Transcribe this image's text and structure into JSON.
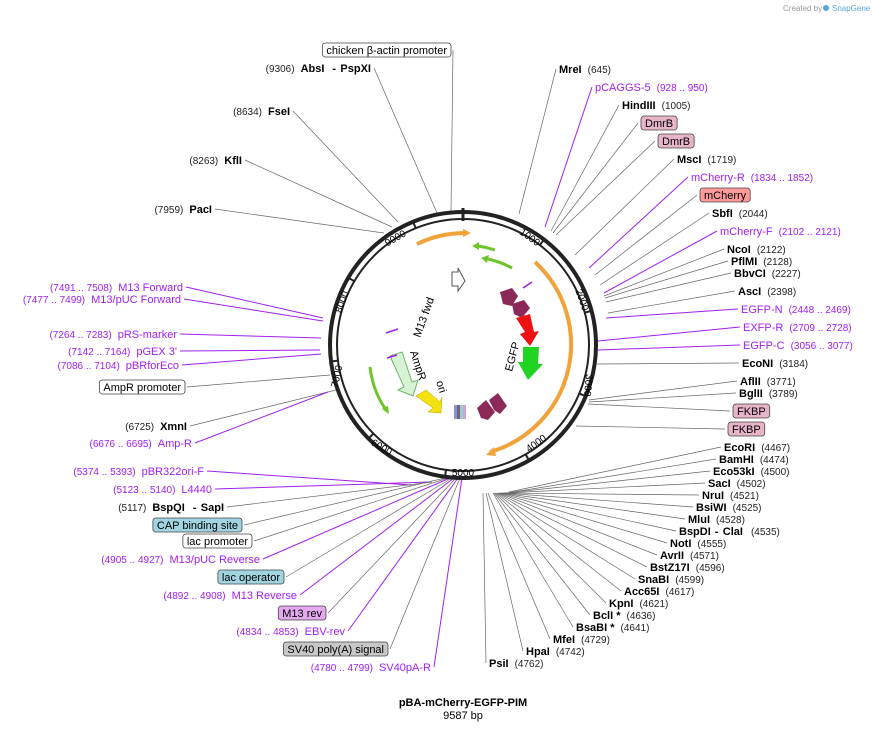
{
  "map": {
    "name": "pBA-mCherry-EGFP-PIM",
    "size_label": "9587 bp",
    "watermark": "Created by",
    "watermark_brand": "SnapGene"
  },
  "ticks": [
    "1000",
    "2000",
    "3000",
    "4000",
    "5000",
    "6000",
    "7000",
    "8000",
    "9000"
  ],
  "inner_labels": {
    "m13fwd": "M13 fwd",
    "egfp": "EGFP",
    "ampr": "AmpR",
    "ori": "ori"
  },
  "right": [
    {
      "kind": "enzyme",
      "name": "MreI",
      "pos": "(645)"
    },
    {
      "kind": "primer",
      "name": "pCAGGS-5",
      "pos": "(928 .. 950)"
    },
    {
      "kind": "enzyme",
      "name": "HindIII",
      "pos": "(1005)"
    },
    {
      "kind": "feature",
      "name": "DmrB",
      "color": "#e8b4c8"
    },
    {
      "kind": "feature",
      "name": "DmrB",
      "color": "#e8b4c8"
    },
    {
      "kind": "enzyme",
      "name": "MscI",
      "pos": "(1719)"
    },
    {
      "kind": "primer",
      "name": "mCherry-R",
      "pos": "(1834 .. 1852)"
    },
    {
      "kind": "feature",
      "name": "mCherry",
      "color": "#ff9a9a"
    },
    {
      "kind": "enzyme",
      "name": "SbfI",
      "pos": "(2044)"
    },
    {
      "kind": "primer",
      "name": "mCherry-F",
      "pos": "(2102 .. 2121)"
    },
    {
      "kind": "enzyme",
      "name": "NcoI",
      "pos": "(2122)"
    },
    {
      "kind": "enzyme",
      "name": "PflMI",
      "pos": "(2128)"
    },
    {
      "kind": "enzyme",
      "name": "BbvCI",
      "pos": "(2227)"
    },
    {
      "kind": "enzyme",
      "name": "AscI",
      "pos": "(2398)"
    },
    {
      "kind": "primer",
      "name": "EGFP-N",
      "pos": "(2448 .. 2469)"
    },
    {
      "kind": "primer",
      "name": "EXFP-R",
      "pos": "(2709 .. 2728)"
    },
    {
      "kind": "primer",
      "name": "EGFP-C",
      "pos": "(3056 .. 3077)"
    },
    {
      "kind": "enzyme",
      "name": "EcoNI",
      "pos": "(3184)"
    },
    {
      "kind": "enzyme",
      "name": "AflII",
      "pos": "(3771)"
    },
    {
      "kind": "enzyme",
      "name": "BglII",
      "pos": "(3789)"
    },
    {
      "kind": "feature",
      "name": "FKBP",
      "color": "#e8b4c8"
    },
    {
      "kind": "feature",
      "name": "FKBP",
      "color": "#e8b4c8"
    },
    {
      "kind": "enzyme",
      "name": "EcoRI",
      "pos": "(4467)"
    },
    {
      "kind": "enzyme",
      "name": "BamHI",
      "pos": "(4474)"
    },
    {
      "kind": "enzyme",
      "name": "Eco53kI",
      "pos": "(4500)"
    },
    {
      "kind": "enzyme",
      "name": "SacI",
      "pos": "(4502)"
    },
    {
      "kind": "enzyme",
      "name": "NruI",
      "pos": "(4521)"
    },
    {
      "kind": "enzyme",
      "name": "BsiWI",
      "pos": "(4525)"
    },
    {
      "kind": "enzyme",
      "name": "MluI",
      "pos": "(4528)"
    },
    {
      "kind": "enzyme",
      "name": "BspDI",
      "name2": "ClaI",
      "pos": "(4535)"
    },
    {
      "kind": "enzyme",
      "name": "NotI",
      "pos": "(4555)"
    },
    {
      "kind": "enzyme",
      "name": "AvrII",
      "pos": "(4571)"
    },
    {
      "kind": "enzyme",
      "name": "BstZ17I",
      "pos": "(4596)"
    },
    {
      "kind": "enzyme",
      "name": "SnaBI",
      "pos": "(4599)"
    },
    {
      "kind": "enzyme",
      "name": "Acc65I",
      "pos": "(4617)"
    },
    {
      "kind": "enzyme",
      "name": "KpnI",
      "pos": "(4621)"
    },
    {
      "kind": "enzyme",
      "name": "BclI *",
      "pos": "(4636)"
    },
    {
      "kind": "enzyme",
      "name": "BsaBI *",
      "pos": "(4641)"
    },
    {
      "kind": "enzyme",
      "name": "MfeI",
      "pos": "(4729)"
    },
    {
      "kind": "enzyme",
      "name": "HpaI",
      "pos": "(4742)"
    },
    {
      "kind": "enzyme",
      "name": "PsiI",
      "pos": "(4762)"
    }
  ],
  "left": [
    {
      "kind": "feature",
      "name": "chicken β-actin promoter",
      "color": "#ffffff"
    },
    {
      "kind": "enzyme",
      "name": "AbsI",
      "name2": "PspXI",
      "pos": "(9306)"
    },
    {
      "kind": "enzyme",
      "name": "FseI",
      "pos": "(8634)"
    },
    {
      "kind": "enzyme",
      "name": "KflI",
      "pos": "(8263)"
    },
    {
      "kind": "enzyme",
      "name": "PacI",
      "pos": "(7959)"
    },
    {
      "kind": "primer",
      "name": "M13 Forward",
      "pos": "(7491 .. 7508)"
    },
    {
      "kind": "primer",
      "name": "M13/pUC Forward",
      "pos": "(7477 .. 7499)"
    },
    {
      "kind": "primer",
      "name": "pRS-marker",
      "pos": "(7264 .. 7283)"
    },
    {
      "kind": "primer",
      "name": "pGEX 3'",
      "pos": "(7142 .. 7164)"
    },
    {
      "kind": "primer",
      "name": "pBRforEco",
      "pos": "(7086 .. 7104)"
    },
    {
      "kind": "feature",
      "name": "AmpR promoter",
      "color": "#ffffff"
    },
    {
      "kind": "enzyme",
      "name": "XmnI",
      "pos": "(6725)"
    },
    {
      "kind": "primer",
      "name": "Amp-R",
      "pos": "(6676 .. 6695)"
    },
    {
      "kind": "primer",
      "name": "pBR322ori-F",
      "pos": "(5374 .. 5393)"
    },
    {
      "kind": "primer",
      "name": "L4440",
      "pos": "(5123 .. 5140)"
    },
    {
      "kind": "enzyme",
      "name": "BspQI",
      "name2": "SapI",
      "pos": "(5117)"
    },
    {
      "kind": "feature",
      "name": "CAP binding site",
      "color": "#9fd4e0"
    },
    {
      "kind": "feature",
      "name": "lac promoter",
      "color": "#ffffff"
    },
    {
      "kind": "primer",
      "name": "M13/pUC Reverse",
      "pos": "(4905 .. 4927)"
    },
    {
      "kind": "feature",
      "name": "lac operator",
      "color": "#9fd4e0"
    },
    {
      "kind": "primer",
      "name": "M13 Reverse",
      "pos": "(4892 .. 4908)"
    },
    {
      "kind": "feature",
      "name": "M13 rev",
      "color": "#e3a8ee"
    },
    {
      "kind": "primer",
      "name": "EBV-rev",
      "pos": "(4834 .. 4853)"
    },
    {
      "kind": "feature",
      "name": "SV40 poly(A) signal",
      "color": "#c8c8c8"
    },
    {
      "kind": "primer",
      "name": "SV40pA-R",
      "pos": "(4780 .. 4799)"
    }
  ]
}
